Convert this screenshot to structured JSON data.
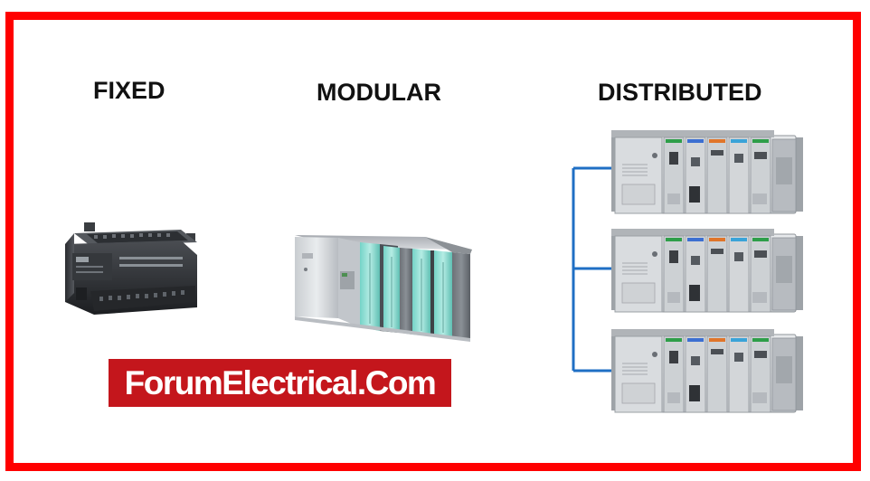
{
  "headings": {
    "fixed": "FIXED",
    "modular": "MODULAR",
    "distributed": "DISTRIBUTED"
  },
  "watermark": "ForumElectrical.Com",
  "colors": {
    "border": "#ff0000",
    "watermark_bg": "#c4161c",
    "connector": "#1f6fc4"
  }
}
